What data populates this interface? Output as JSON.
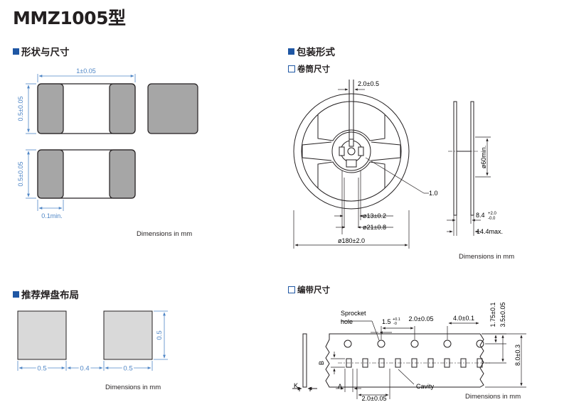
{
  "page_title": "MMZ1005型",
  "sections": {
    "shape": "形状与尺寸",
    "land": "推荐焊盘布局",
    "packaging": "包装形式",
    "reel": "卷筒尺寸",
    "tape": "编带尺寸"
  },
  "shape_dims": {
    "length": "1±0.05",
    "height_top": "0.5±0.05",
    "height_bottom": "0.5±0.05",
    "terminal": "0.1min.",
    "note": "Dimensions in mm"
  },
  "land_dims": {
    "pad_left": "0.5",
    "gap": "0.4",
    "pad_right": "0.5",
    "pad_height": "0.5",
    "note": "Dimensions in mm"
  },
  "reel_dims": {
    "slot": "2.0±0.5",
    "hub_label": "1.0",
    "d13": "ø13±0.2",
    "d21": "ø21±0.8",
    "d180": "ø180±2.0",
    "d60": "ø60min.",
    "width_main": "8.4",
    "tol_plus": "+2.0",
    "tol_minus": "-0.0",
    "width_max": "14.4max.",
    "note": "Dimensions in mm"
  },
  "tape_dims": {
    "sprocket_1": "Sprocket",
    "sprocket_2": "hole",
    "hole_dia": "1.5",
    "hole_tol_plus": "+0.1",
    "hole_tol_minus": "-0",
    "pitch_a": "2.0±0.05",
    "pitch_b": "4.0±0.1",
    "edge": "1.75±0.1",
    "center": "3.5±0.05",
    "width": "8.0±0.3",
    "cavity_pitch": "2.0±0.05",
    "cavity": "Cavity",
    "label_a": "A",
    "label_b": "B",
    "label_k": "K",
    "note": "Dimensions in mm"
  },
  "colors": {
    "accent": "#1f57a4",
    "dim_line": "#4f86c6",
    "body_gray": "#a6a6a6",
    "pad_gray": "#d9d9d9"
  }
}
